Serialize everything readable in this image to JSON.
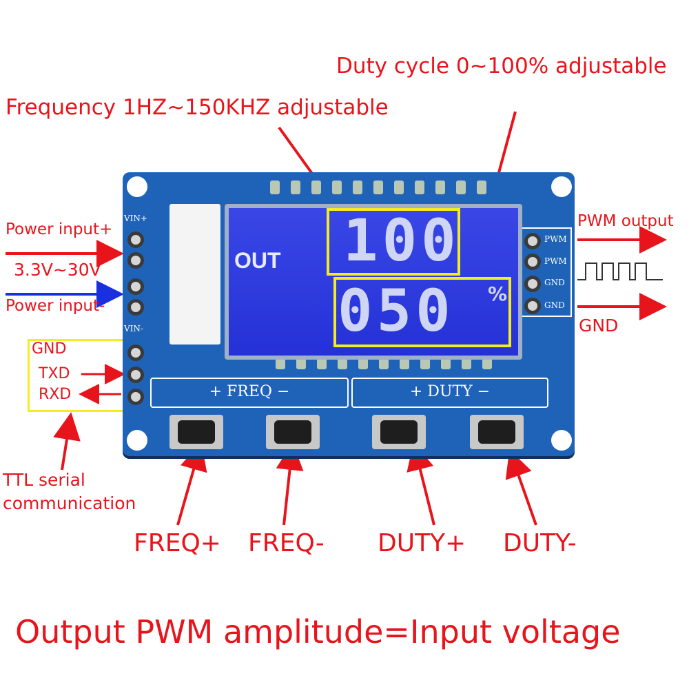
{
  "annotations": {
    "duty_cycle_range": "Duty cycle 0~100% adjustable",
    "frequency_range": "Frequency 1HZ~150KHZ adjustable",
    "power_input_plus": "Power input+",
    "voltage_range": "3.3V~30V",
    "power_input_minus": "Power input-",
    "serial_gnd": "GND",
    "serial_txd": "TXD",
    "serial_rxd": "RXD",
    "ttl_serial_line1": "TTL serial",
    "ttl_serial_line2": "communication",
    "pwm_output": "PWM output",
    "gnd_output": "GND",
    "btn_freq_plus": "FREQ+",
    "btn_freq_minus": "FREQ-",
    "btn_duty_plus": "DUTY+",
    "btn_duty_minus": "DUTY-",
    "footer": "Output PWM amplitude=Input voltage"
  },
  "board": {
    "vin_plus": "VIN+",
    "vin_minus": "VIN-",
    "right_pins": [
      "PWM",
      "PWM",
      "GND",
      "GND"
    ],
    "freq_zone": "+ FREQ −",
    "duty_zone": "+ DUTY −"
  },
  "lcd": {
    "out_label": "OUT",
    "frequency_value": "100",
    "duty_value": "050",
    "percent": "%"
  },
  "colors": {
    "annotation_red": "#e8141b",
    "board_blue": "#1f63b8",
    "lcd_blue": "#2431d6",
    "highlight_yellow": "#f4ec22",
    "power_minus_arrow": "#1a2fe0"
  }
}
